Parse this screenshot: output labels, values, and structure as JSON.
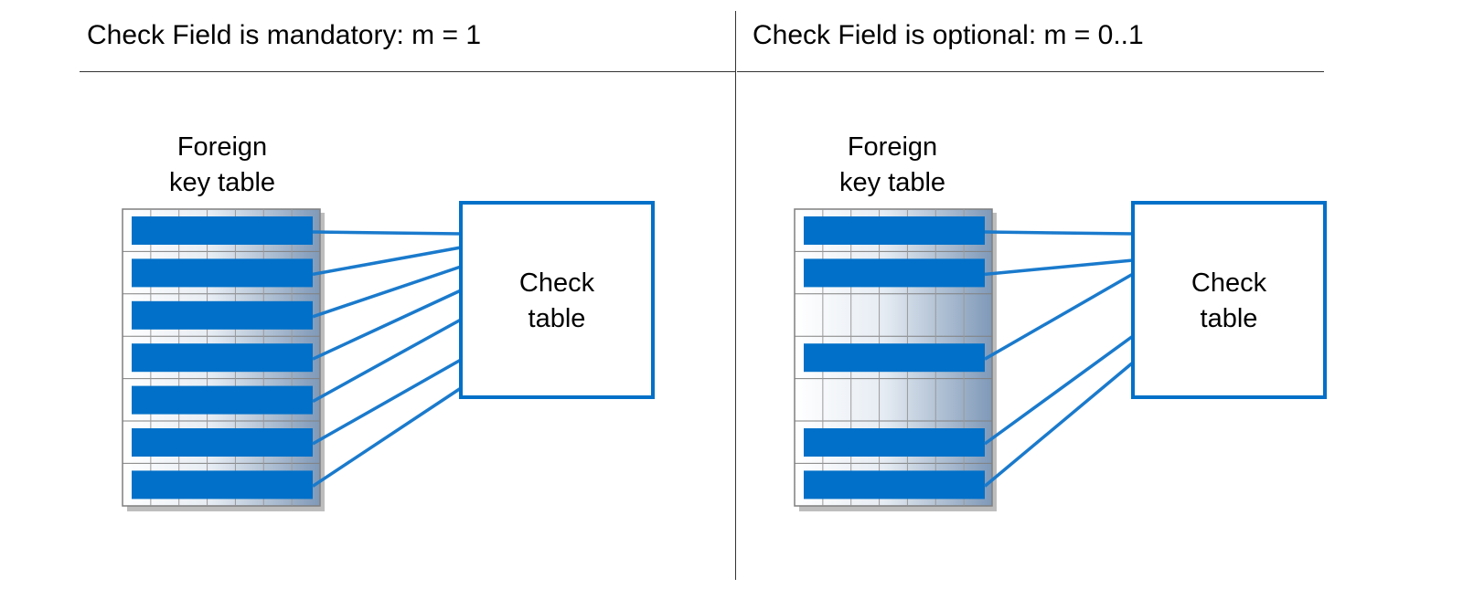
{
  "left_panel": {
    "heading": "Check Field is mandatory: m = 1",
    "foreign_key_label_line1": "Foreign",
    "foreign_key_label_line2": "key table",
    "check_table_label_line1": "Check",
    "check_table_label_line2": "table",
    "filled_rows": [
      0,
      1,
      2,
      3,
      4,
      5,
      6
    ]
  },
  "right_panel": {
    "heading": "Check Field is optional: m = 0..1",
    "foreign_key_label_line1": "Foreign",
    "foreign_key_label_line2": "key table",
    "check_table_label_line1": "Check",
    "check_table_label_line2": "table",
    "filled_rows": [
      0,
      1,
      3,
      5,
      6
    ]
  },
  "colors": {
    "accent": "#0070c8",
    "line": "#1a7acc",
    "table_border": "#7f7f7f",
    "gradient_start": "#ffffff",
    "gradient_end": "#7f99b8"
  }
}
